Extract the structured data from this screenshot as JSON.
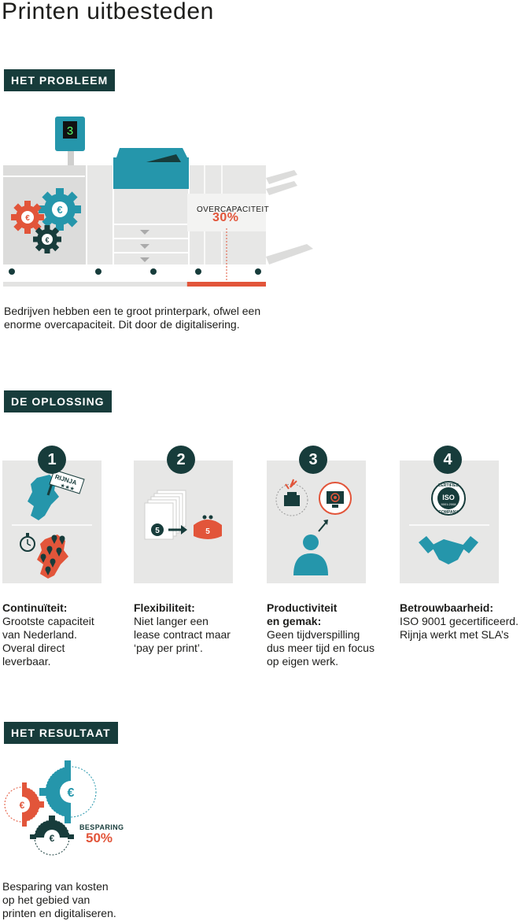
{
  "page": {
    "title": "Printen uitbesteden"
  },
  "problem": {
    "label": "HET PROBLEEM",
    "counter_display": "3",
    "overcapacity_label": "OVERCAPACITEIT",
    "overcapacity_value": "30%",
    "overcapacity_fraction": 0.3,
    "gear_symbols": [
      "€",
      "€",
      "€"
    ],
    "description_lines": [
      "Bedrijven hebben een te groot printerpark, ofwel een",
      "enorme overcapaciteit. Dit door de digitalisering."
    ]
  },
  "solution": {
    "label": "DE OPLOSSING",
    "steps": [
      {
        "number": "1",
        "title_lines": [
          "Continuïteit:"
        ],
        "text_lines": [
          "Grootste capaciteit",
          "van Nederland.",
          "Overal direct",
          "leverbaar."
        ],
        "flag_text": "RIJNJA",
        "flag_stars": "★★★",
        "icons": [
          "netherlands-map-icon",
          "flag-icon",
          "stopwatch-icon",
          "location-pin-icon"
        ]
      },
      {
        "number": "2",
        "title_lines": [
          "Flexibiliteit:"
        ],
        "text_lines": [
          "Niet langer een",
          "lease contract maar",
          "‘pay per print’."
        ],
        "paper_badge": "5",
        "purse_badge": "5",
        "icons": [
          "paper-stack-icon",
          "arrow-right-icon",
          "purse-icon"
        ]
      },
      {
        "number": "3",
        "title_lines": [
          "Productiviteit",
          "en gemak:"
        ],
        "text_lines": [
          "Geen tijdverspilling",
          "dus meer tijd en focus",
          "op eigen werk."
        ],
        "icons": [
          "broken-printer-icon",
          "monitor-target-icon",
          "person-icon"
        ]
      },
      {
        "number": "4",
        "title_lines": [
          "Betrouwbaarheid:"
        ],
        "text_lines": [
          "ISO 9001 gecertificeerd.",
          "Rijnja werkt met SLA’s"
        ],
        "seal_text": [
          "CERTIFIED",
          "ISO",
          "9001:2008",
          "COMPANY"
        ],
        "icons": [
          "iso-seal-icon",
          "handshake-icon"
        ]
      }
    ]
  },
  "result": {
    "label": "HET RESULTAAT",
    "saving_label": "BESPARING",
    "saving_value": "50%",
    "saving_fraction": 0.5,
    "gear_symbols": [
      "€",
      "€",
      "€"
    ],
    "description_lines": [
      "Besparing van kosten",
      "op het gebied van",
      "printen en digitaliseren."
    ]
  },
  "colors": {
    "dark_teal": "#173c3b",
    "teal": "#2596ab",
    "orange": "#e2553a",
    "light_gray": "#e7e7e6",
    "mid_gray": "#cfcfce"
  }
}
